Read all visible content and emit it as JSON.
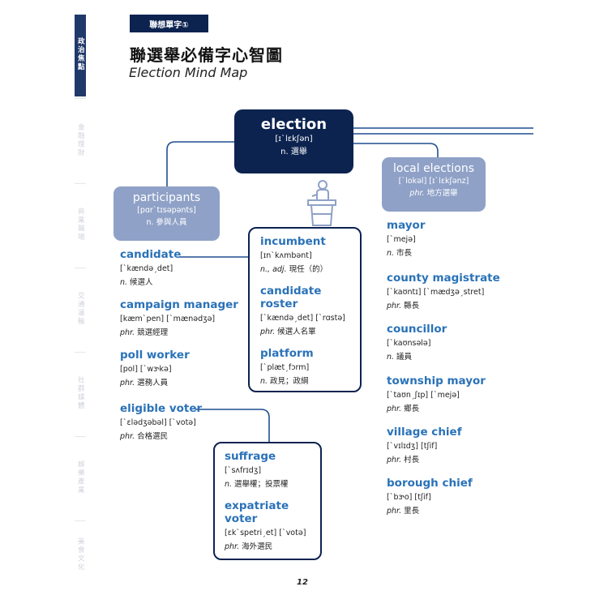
{
  "side_tabs": [
    {
      "label": "政治焦點",
      "active": true
    },
    {
      "label": "金融理財",
      "active": false
    },
    {
      "label": "商業職場",
      "active": false
    },
    {
      "label": "交通運輸",
      "active": false
    },
    {
      "label": "社群媒體",
      "active": false
    },
    {
      "label": "娛樂產業",
      "active": false
    },
    {
      "label": "美食文化",
      "active": false
    }
  ],
  "header_tab": "聯想單字①",
  "title": "聯選舉必備字心智圖",
  "subtitle": "Election Mind Map",
  "root": {
    "word": "election",
    "phonetic": "[ɪˋlɛkʃən]",
    "def": "n. 選舉"
  },
  "participants": {
    "word": "participants",
    "phonetic": "[pɑrˋtɪsəpənts]",
    "def": "n. 參與人員"
  },
  "local_elections": {
    "word": "local elections",
    "phonetic": "[ˋlokəl] [ɪˋlɛkʃənz]",
    "pos": "phr.",
    "def": "地方選舉"
  },
  "left_entries": [
    {
      "word": "candidate",
      "phonetic": "[ˋkændəˏdet]",
      "pos": "n.",
      "def": "候選人"
    },
    {
      "word": "campaign manager",
      "phonetic": "[kæmˋpen] [ˋmænədʒə]",
      "pos": "phr.",
      "def": "競選經理"
    },
    {
      "word": "poll worker",
      "phonetic": "[pol] [ˋwɝkə]",
      "pos": "phr.",
      "def": "選務人員"
    },
    {
      "word": "eligible voter",
      "phonetic": "[ˋɛlədʒəbəl] [ˋvotə]",
      "pos": "phr.",
      "def": "合格選民"
    }
  ],
  "center_entries": [
    {
      "word": "incumbent",
      "phonetic": "[ɪnˋkʌmbənt]",
      "pos": "n., adj.",
      "def": "現任（的）"
    },
    {
      "word": "candidate roster",
      "phonetic": "[ˋkændəˏdet] [ˋrɑstə]",
      "pos": "phr.",
      "def": "候選人名單"
    },
    {
      "word": "platform",
      "phonetic": "[ˋplætˏfɔrm]",
      "pos": "n.",
      "def": "政見；政綱"
    }
  ],
  "suffrage_entries": [
    {
      "word": "suffrage",
      "phonetic": "[ˋsʌfrɪdʒ]",
      "pos": "n.",
      "def": "選舉權；投票權"
    },
    {
      "word": "expatriate voter",
      "phonetic": "[ɛkˋspetriˏet] [ˋvotə]",
      "pos": "phr.",
      "def": "海外選民"
    }
  ],
  "right_entries": [
    {
      "word": "mayor",
      "phonetic": "[ˋmejə]",
      "pos": "n.",
      "def": "市長"
    },
    {
      "word": "county magistrate",
      "phonetic": "[ˋkaʊntɪ] [ˋmædʒəˏstret]",
      "pos": "phr.",
      "def": "縣長"
    },
    {
      "word": "councillor",
      "phonetic": "[ˋkaʊnsələ]",
      "pos": "n.",
      "def": "議員"
    },
    {
      "word": "township mayor",
      "phonetic": "[ˋtaʊnˏʃɪp] [ˋmejə]",
      "pos": "phr.",
      "def": "鄉長"
    },
    {
      "word": "village chief",
      "phonetic": "[ˋvɪlɪdʒ] [tʃif]",
      "pos": "phr.",
      "def": "村長"
    },
    {
      "word": "borough chief",
      "phonetic": "[ˋbɝo] [tʃif]",
      "pos": "phr.",
      "def": "里長"
    }
  ],
  "page_number": "12",
  "colors": {
    "navy": "#0c2350",
    "pill": "#8fa1c7",
    "word_blue": "#2a72b8",
    "line": "#1f4f8f"
  },
  "icons": {
    "podium": "podium-speaker-icon"
  }
}
